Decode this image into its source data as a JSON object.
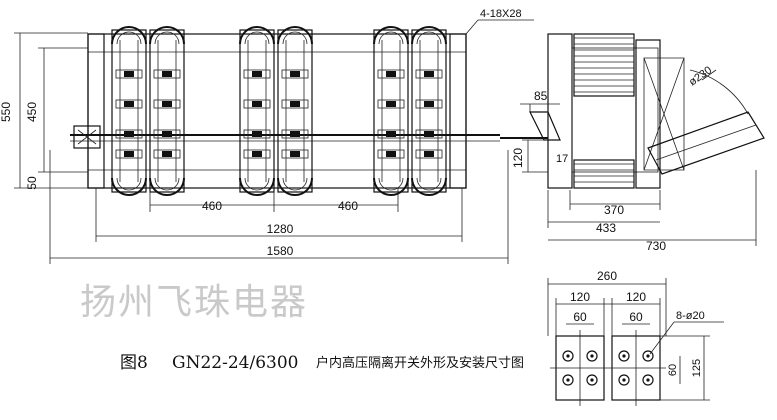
{
  "front_view": {
    "height_overall": "550",
    "height_inner": "450",
    "offset": "50",
    "pole_spacing_1": "460",
    "pole_spacing_2": "460",
    "span_inner": "1280",
    "span_overall": "1580",
    "hole_callout": "4-18X28"
  },
  "side_view": {
    "dim_85": "85",
    "dim_120": "120",
    "dim_17": "17",
    "dim_370": "370",
    "dim_433": "433",
    "dim_730": "730",
    "angle_radius": "ø230"
  },
  "terminal_view": {
    "width_overall": "260",
    "pad_left": "120",
    "pad_right": "120",
    "hole_pitch_left": "60",
    "hole_pitch_right": "60",
    "hole_callout": "8-ø20",
    "vert_60": "60",
    "vert_125": "125"
  },
  "watermark": "扬州飞珠电器",
  "caption": {
    "figure_no": "图8",
    "model": "GN22-24/6300",
    "title": "户内高压隔离开关外形及安装尺寸图"
  }
}
